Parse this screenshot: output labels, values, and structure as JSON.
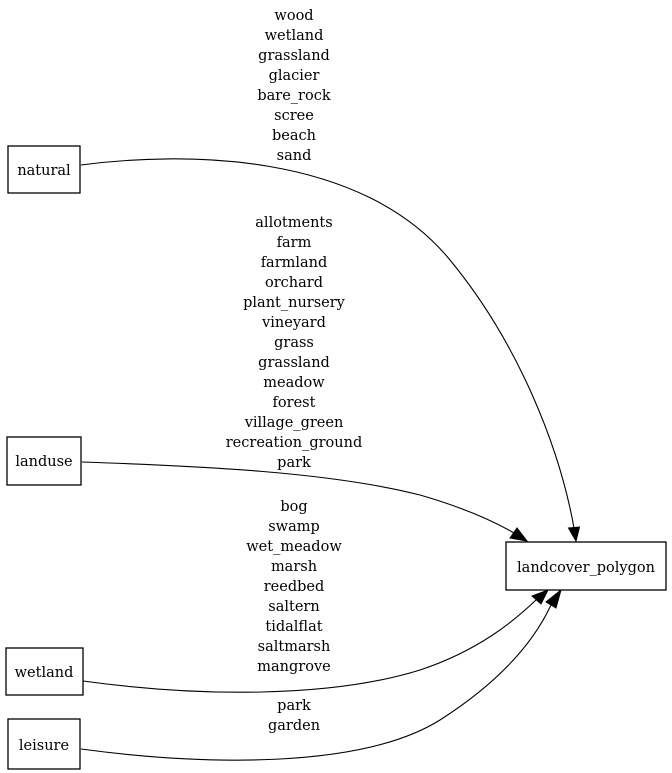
{
  "nodes": [
    {
      "id": "natural",
      "label": "natural"
    },
    {
      "id": "landuse",
      "label": "landuse"
    },
    {
      "id": "wetland",
      "label": "wetland"
    },
    {
      "id": "leisure",
      "label": "leisure"
    },
    {
      "id": "landcover_polygon",
      "label": "landcover_polygon"
    }
  ],
  "edges": [
    {
      "from": "natural",
      "to": "landcover_polygon",
      "labels": [
        "wood",
        "wetland",
        "grassland",
        "glacier",
        "bare_rock",
        "scree",
        "beach",
        "sand"
      ]
    },
    {
      "from": "landuse",
      "to": "landcover_polygon",
      "labels": [
        "allotments",
        "farm",
        "farmland",
        "orchard",
        "plant_nursery",
        "vineyard",
        "grass",
        "grassland",
        "meadow",
        "forest",
        "village_green",
        "recreation_ground",
        "park"
      ]
    },
    {
      "from": "wetland",
      "to": "landcover_polygon",
      "labels": [
        "bog",
        "swamp",
        "wet_meadow",
        "marsh",
        "reedbed",
        "saltern",
        "tidalflat",
        "saltmarsh",
        "mangrove"
      ]
    },
    {
      "from": "leisure",
      "to": "landcover_polygon",
      "labels": [
        "park",
        "garden"
      ]
    }
  ]
}
